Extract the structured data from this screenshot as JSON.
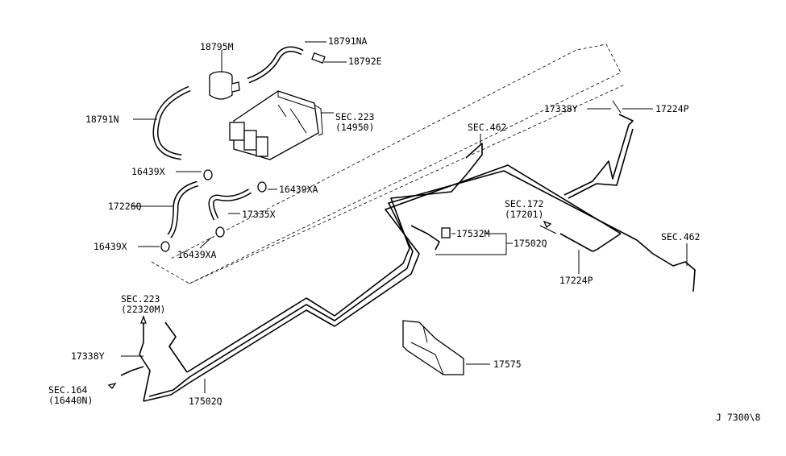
{
  "diagram": {
    "labels": {
      "l18795m": "18795M",
      "l18791na": "18791NA",
      "l18792e": "18792E",
      "l18791n": "18791N",
      "sec223a": "SEC.223",
      "sec223a_sub": "(14950)",
      "l16439x_1": "16439X",
      "l16439xa_1": "16439XA",
      "l17226q": "17226Q",
      "l17335x": "17335X",
      "l16439x_2": "16439X",
      "l16439xa_2": "16439XA",
      "sec462a": "SEC.462",
      "l17338y_1": "17338Y",
      "l17224p_1": "17224P",
      "sec172": "SEC.172",
      "sec172_sub": "(17201)",
      "l17532m": "17532M",
      "l17502q_1": "17502Q",
      "sec462b": "SEC.462",
      "l17224p_2": "17224P",
      "sec223b": "SEC.223",
      "sec223b_sub": "(22320M)",
      "l17338y_2": "17338Y",
      "sec164": "SEC.164",
      "sec164_sub": "(16440N)",
      "l17502q_2": "17502Q",
      "l17575": "17575",
      "ref": "J 7300\\8"
    }
  }
}
